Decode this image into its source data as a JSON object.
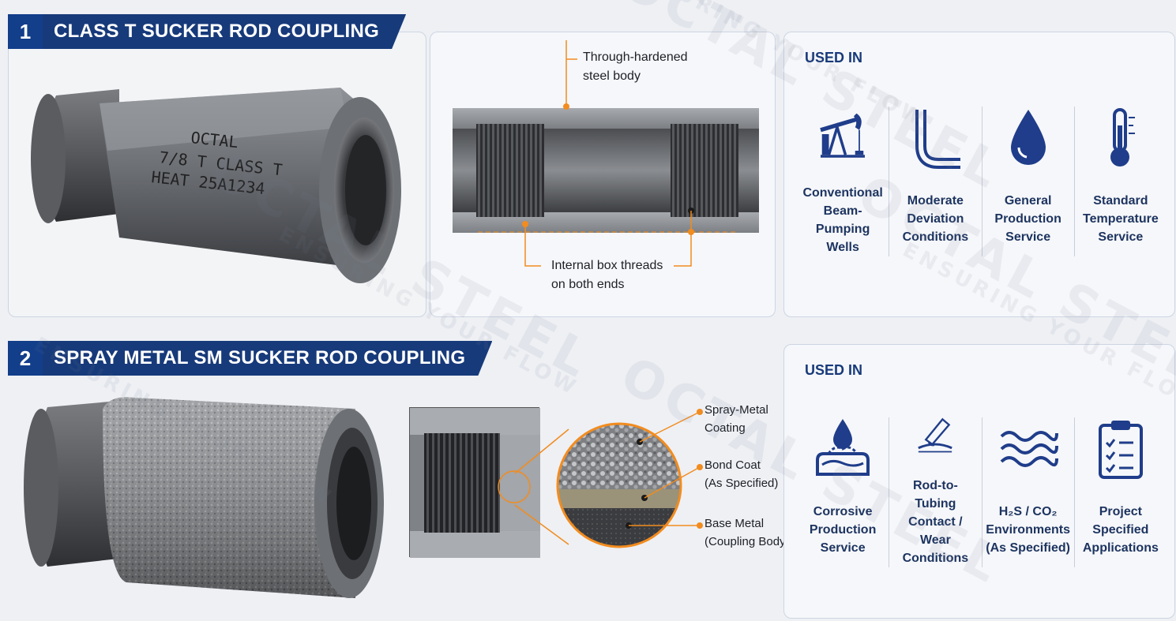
{
  "watermark": {
    "brand": "OCTAL STEEL",
    "tagline": "ENSURING YOUR FLOW"
  },
  "colors": {
    "navy": "#173a7a",
    "accent": "#f28c1f",
    "icon": "#1f3d8a"
  },
  "section1": {
    "number": "1",
    "title": "CLASS T SUCKER ROD COUPLING",
    "stamp": {
      "line1": "OCTAL",
      "line2": "7/8 T CLASS T",
      "line3": "HEAT 25A1234"
    },
    "callouts": {
      "body": "Through-hardened\nsteel body",
      "threads": "Internal box threads\non both ends"
    },
    "used_in_title": "USED IN",
    "uses": [
      {
        "icon": "pumpjack-icon",
        "label": "Conventional\nBeam-Pumping\nWells"
      },
      {
        "icon": "deviated-pipe-icon",
        "label": "Moderate\nDeviation\nConditions"
      },
      {
        "icon": "oil-drop-icon",
        "label": "General\nProduction\nService"
      },
      {
        "icon": "thermometer-icon",
        "label": "Standard\nTemperature\nService"
      }
    ]
  },
  "section2": {
    "number": "2",
    "title": "SPRAY METAL SM SUCKER ROD COUPLING",
    "callouts": {
      "coating": "Spray-Metal\nCoating",
      "bond": "Bond Coat\n(As Specified)",
      "base": "Base Metal\n(Coupling Body)"
    },
    "used_in_title": "USED IN",
    "uses": [
      {
        "icon": "corrosion-drop-icon",
        "label": "Corrosive\nProduction\nService"
      },
      {
        "icon": "rod-tubing-contact-icon",
        "label": "Rod-to-Tubing\nContact / Wear\nConditions"
      },
      {
        "icon": "waves-icon",
        "label": "H₂S / CO₂\nEnvironments\n(As Specified)"
      },
      {
        "icon": "clipboard-checklist-icon",
        "label": "Project\nSpecified\nApplications"
      }
    ]
  }
}
